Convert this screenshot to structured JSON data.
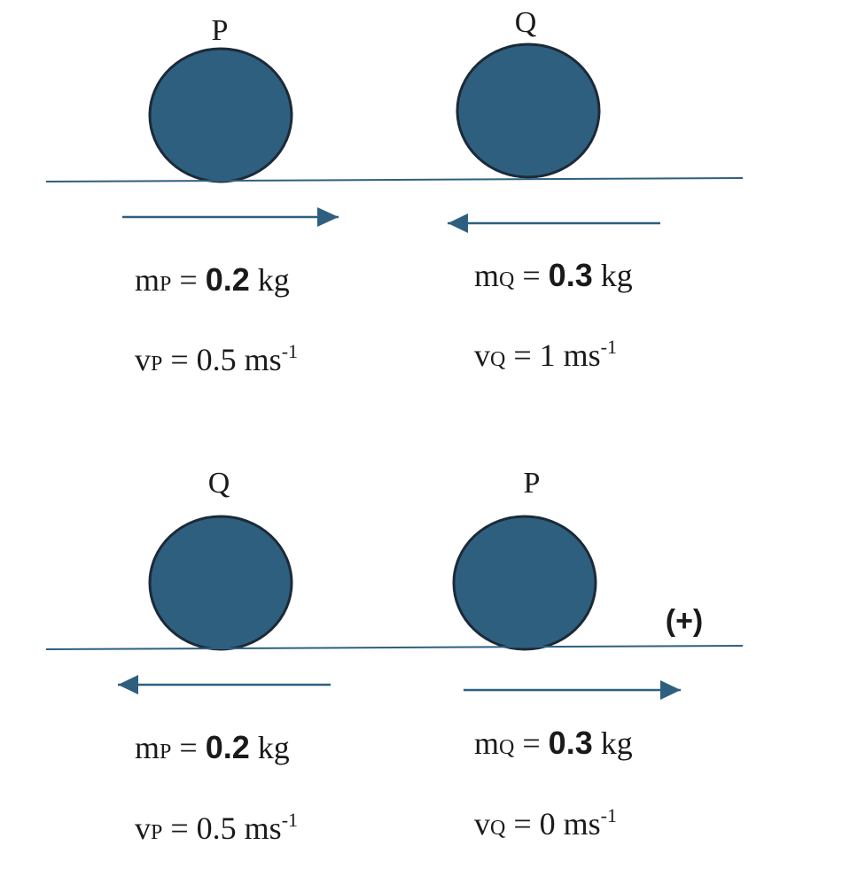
{
  "colors": {
    "ball_fill": "#2e5f7f",
    "ball_stroke": "#1c2a38",
    "ground_line": "#2e5f7f",
    "arrow": "#2e5f7f",
    "text": "#1a1a1a"
  },
  "direction_sign": "(+)",
  "before": {
    "left_ball_label": "P",
    "right_ball_label": "Q",
    "left_arrow_direction": "right",
    "right_arrow_direction": "left",
    "left": {
      "mass_symbol": "m",
      "mass_subscript": "P",
      "mass_value": "0.2",
      "mass_unit": "kg",
      "velocity_symbol": "v",
      "velocity_subscript": "P",
      "velocity_value": "0.5",
      "velocity_unit": "ms",
      "velocity_exponent": "-1"
    },
    "right": {
      "mass_symbol": "m",
      "mass_subscript": "Q",
      "mass_value": "0.3",
      "mass_unit": "kg",
      "velocity_symbol": "v",
      "velocity_subscript": "Q",
      "velocity_value": "1",
      "velocity_unit": "ms",
      "velocity_exponent": "-1"
    }
  },
  "after": {
    "left_ball_label": "Q",
    "right_ball_label": "P",
    "left_arrow_direction": "left",
    "right_arrow_direction": "right",
    "left": {
      "mass_symbol": "m",
      "mass_subscript": "P",
      "mass_value": "0.2",
      "mass_unit": "kg",
      "velocity_symbol": "v",
      "velocity_subscript": "P",
      "velocity_value": "0.5",
      "velocity_unit": "ms",
      "velocity_exponent": "-1"
    },
    "right": {
      "mass_symbol": "m",
      "mass_subscript": "Q",
      "mass_value": "0.3",
      "mass_unit": "kg",
      "velocity_symbol": "v",
      "velocity_subscript": "Q",
      "velocity_value": "0",
      "velocity_unit": "ms",
      "velocity_exponent": "-1"
    }
  }
}
